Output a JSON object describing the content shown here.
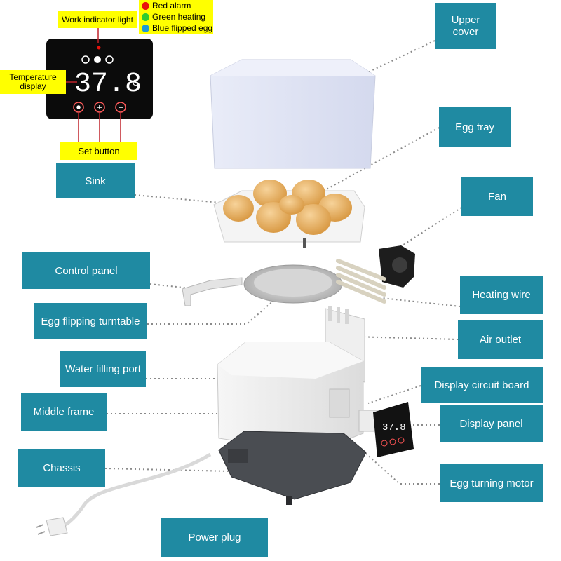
{
  "callouts": {
    "upper_cover": "Upper cover",
    "egg_tray": "Egg tray",
    "sink": "Sink",
    "fan": "Fan",
    "control_panel": "Control panel",
    "heating_wire": "Heating wire",
    "egg_flipping_turntable": "Egg flipping turntable",
    "air_outlet": "Air outlet",
    "water_filling_port": "Water filling port",
    "display_circuit_board": "Display circuit board",
    "middle_frame": "Middle frame",
    "display_panel": "Display panel",
    "chassis": "Chassis",
    "egg_turning_motor": "Egg turning motor",
    "power_plug": "Power plug"
  },
  "panel_inset": {
    "work_indicator_light": "Work indicator light",
    "temperature_display": "Temperature display",
    "set_button": "Set button",
    "reading": "37.8",
    "unit": "°C",
    "indicators": [
      {
        "label": "Red alarm",
        "color": "#e8120c"
      },
      {
        "label": "Green heating",
        "color": "#2fcb2f"
      },
      {
        "label": "Blue flipped egg",
        "color": "#1e9bd7"
      }
    ]
  },
  "colors": {
    "callout_bg": "#1f8aa2",
    "callout_text": "#ffffff",
    "highlight": "#ffff00",
    "egg": "#e9b063"
  }
}
